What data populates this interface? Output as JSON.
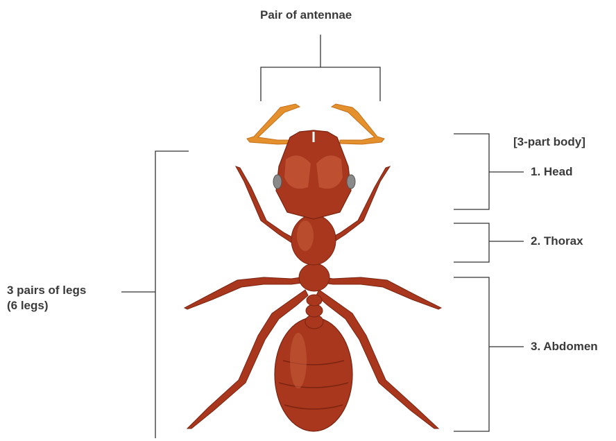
{
  "labels": {
    "antennae": "Pair of antennae",
    "body_header": "[3-part body]",
    "head": "1. Head",
    "thorax": "2. Thorax",
    "abdomen": "3. Abdomen",
    "legs_line1": "3 pairs of legs",
    "legs_line2": "(6 legs)"
  },
  "colors": {
    "line": "#333333",
    "ant_body": "#a8371d",
    "ant_dark": "#7a2411",
    "ant_light": "#c75a3a",
    "antenna": "#e3902d",
    "eye": "#8a8a8a"
  }
}
